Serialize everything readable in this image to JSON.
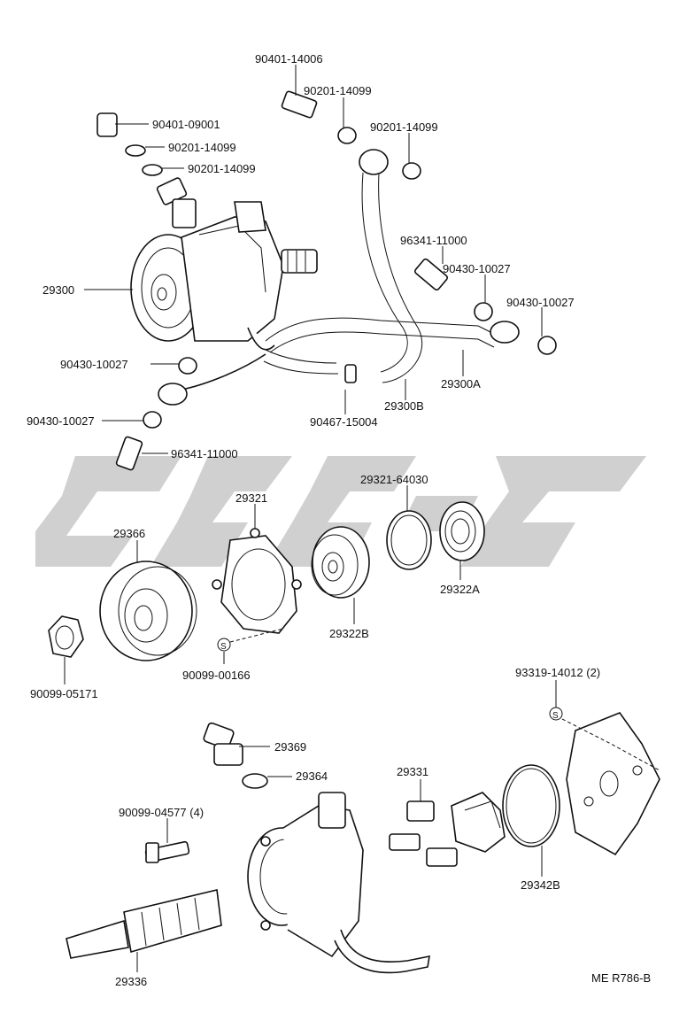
{
  "labels": {
    "p90401_14006": "90401-14006",
    "p90201_14099_a": "90201-14099",
    "p90401_09001": "90401-09001",
    "p90201_14099_b": "90201-14099",
    "p90201_14099_c": "90201-14099",
    "p90201_14099_d": "90201-14099",
    "p96341_11000_a": "96341-11000",
    "p90430_10027_a": "90430-10027",
    "p90430_10027_b": "90430-10027",
    "p29300": "29300",
    "p90430_10027_c": "90430-10027",
    "p29300A": "29300A",
    "p90430_10027_d": "90430-10027",
    "p90467_15004": "90467-15004",
    "p29300B": "29300B",
    "p96341_11000_b": "96341-11000",
    "p29321": "29321",
    "p29321_64030": "29321-64030",
    "p29366": "29366",
    "p29322A": "29322A",
    "p29322B": "29322B",
    "p90099_00166": "90099-00166",
    "p90099_05171": "90099-05171",
    "p93319_14012": "93319-14012 (2)",
    "p29369": "29369",
    "p29364": "29364",
    "p29331": "29331",
    "p90099_04577": "90099-04577 (4)",
    "p29342B": "29342B",
    "p29336": "29336",
    "code": "ME R786-B",
    "s_mark_a": "S",
    "s_mark_b": "S"
  }
}
